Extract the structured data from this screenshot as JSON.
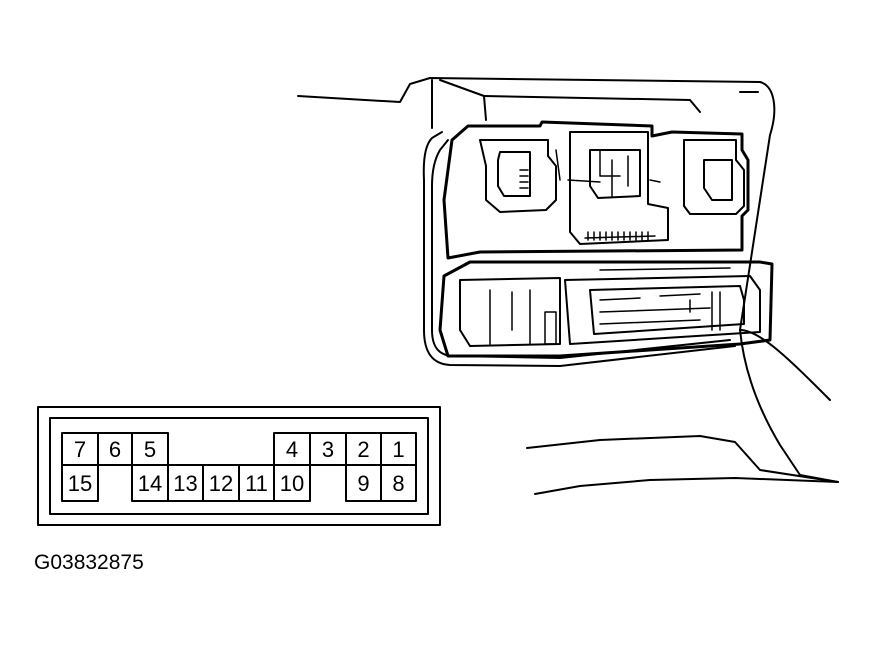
{
  "connector": {
    "row_top": [
      {
        "label": "7"
      },
      {
        "label": "6"
      },
      {
        "label": "5"
      },
      {
        "label": ""
      },
      {
        "label": ""
      },
      {
        "label": ""
      },
      {
        "label": ""
      },
      {
        "label": "4"
      },
      {
        "label": "3"
      },
      {
        "label": "2"
      },
      {
        "label": "1"
      }
    ],
    "row_bottom": [
      {
        "label": "15"
      },
      {
        "label": ""
      },
      {
        "label": "14"
      },
      {
        "label": "13"
      },
      {
        "label": "12"
      },
      {
        "label": "11"
      },
      {
        "label": "10"
      },
      {
        "label": ""
      },
      {
        "label": "9"
      },
      {
        "label": "8"
      }
    ]
  },
  "figure_id": "G03832875"
}
